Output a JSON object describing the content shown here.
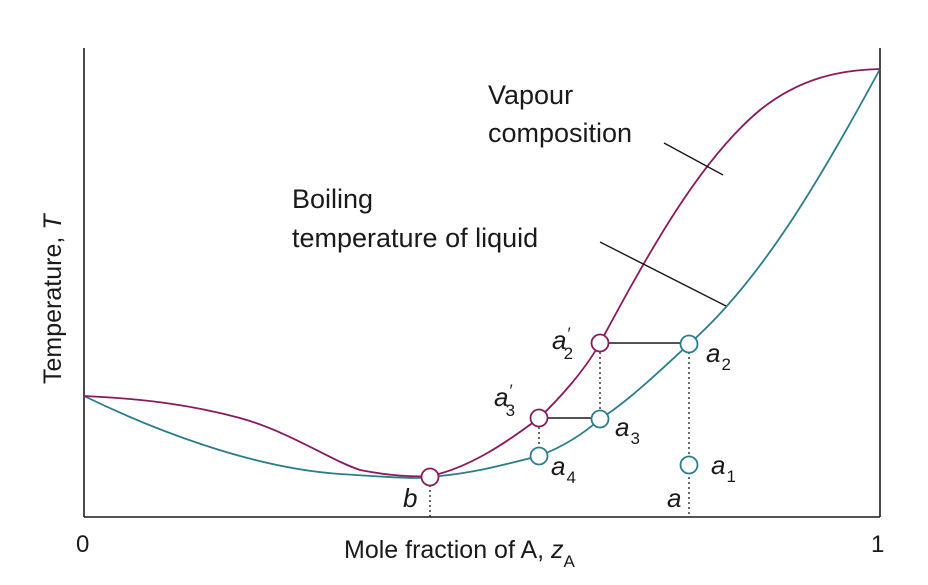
{
  "axes": {
    "x_title": "Mole fraction of A, ",
    "x_title_var": "z",
    "x_title_sub": "A",
    "y_title": "Temperature, ",
    "y_title_var": "T",
    "x_tick_left": "0",
    "x_tick_right": "1"
  },
  "annotations": {
    "vapour_line1": "Vapour",
    "vapour_line2": "composition",
    "liquid_line1": "Boiling",
    "liquid_line2": "temperature of liquid"
  },
  "points": {
    "a_prime_2": {
      "base": "a",
      "prime": "′",
      "sub": "2"
    },
    "a2": {
      "base": "a",
      "sub": "2"
    },
    "a_prime_3": {
      "base": "a",
      "prime": "′",
      "sub": "3"
    },
    "a3": {
      "base": "a",
      "sub": "3"
    },
    "a4": {
      "base": "a",
      "sub": "4"
    },
    "a1": {
      "base": "a",
      "sub": "1"
    },
    "a": {
      "base": "a"
    },
    "b": {
      "base": "b"
    }
  },
  "colors": {
    "vapour_curve": "#8b1a5c",
    "liquid_curve": "#2a7d8c",
    "axis": "#1a1a1a",
    "tie_line": "#1a1a1a"
  }
}
